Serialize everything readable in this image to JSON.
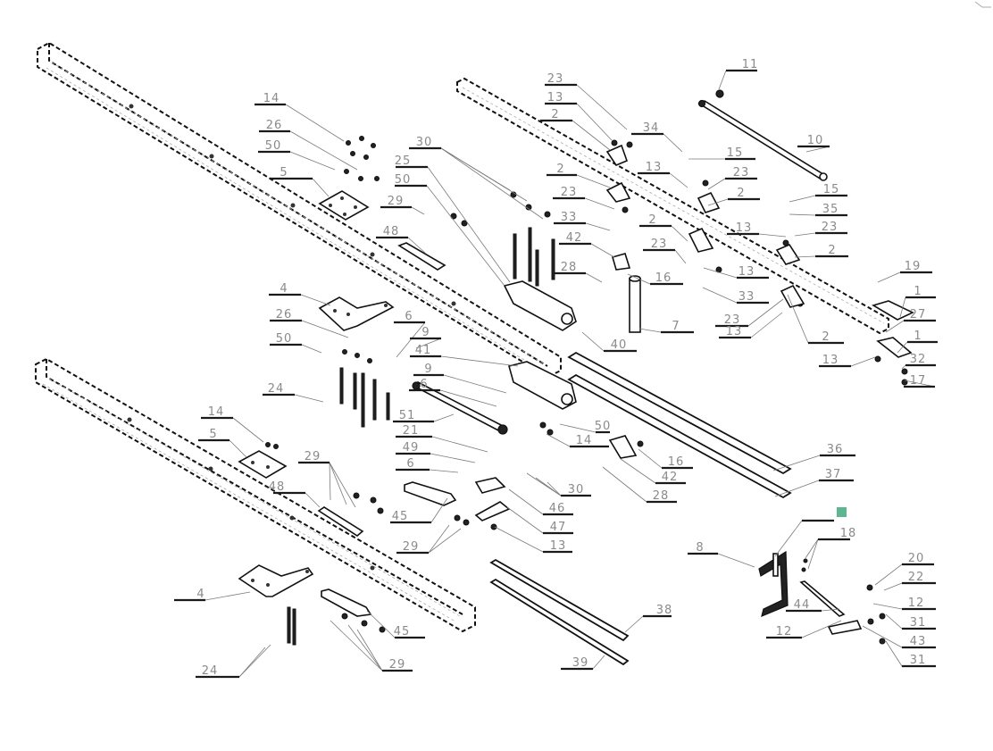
{
  "diagram": {
    "type": "exploded-parts-diagram",
    "highlighted_callout": "3",
    "highlight_color": "#5fb58f",
    "callouts": [
      {
        "id": "c-14a",
        "label": "14"
      },
      {
        "id": "c-26a",
        "label": "26"
      },
      {
        "id": "c-50a",
        "label": "50"
      },
      {
        "id": "c-5a",
        "label": "5"
      },
      {
        "id": "c-29a",
        "label": "29"
      },
      {
        "id": "c-48a",
        "label": "48"
      },
      {
        "id": "c-4a",
        "label": "4"
      },
      {
        "id": "c-26b",
        "label": "26"
      },
      {
        "id": "c-50b",
        "label": "50"
      },
      {
        "id": "c-24a",
        "label": "24"
      },
      {
        "id": "c-14b",
        "label": "14"
      },
      {
        "id": "c-5b",
        "label": "5"
      },
      {
        "id": "c-48b",
        "label": "48"
      },
      {
        "id": "c-29b",
        "label": "29"
      },
      {
        "id": "c-4b",
        "label": "4"
      },
      {
        "id": "c-24b",
        "label": "24"
      },
      {
        "id": "c-29c",
        "label": "29"
      },
      {
        "id": "c-45b",
        "label": "45"
      },
      {
        "id": "c-30a",
        "label": "30"
      },
      {
        "id": "c-25",
        "label": "25"
      },
      {
        "id": "c-50c",
        "label": "50"
      },
      {
        "id": "c-6a",
        "label": "6"
      },
      {
        "id": "c-9a",
        "label": "9"
      },
      {
        "id": "c-41",
        "label": "41"
      },
      {
        "id": "c-9b",
        "label": "9"
      },
      {
        "id": "c-6b",
        "label": "6"
      },
      {
        "id": "c-51",
        "label": "51"
      },
      {
        "id": "c-21",
        "label": "21"
      },
      {
        "id": "c-49",
        "label": "49"
      },
      {
        "id": "c-6c",
        "label": "6"
      },
      {
        "id": "c-45a",
        "label": "45"
      },
      {
        "id": "c-29d",
        "label": "29"
      },
      {
        "id": "c-23a",
        "label": "23"
      },
      {
        "id": "c-13a",
        "label": "13"
      },
      {
        "id": "c-2a",
        "label": "2"
      },
      {
        "id": "c-2b",
        "label": "2"
      },
      {
        "id": "c-23b",
        "label": "23"
      },
      {
        "id": "c-33a",
        "label": "33"
      },
      {
        "id": "c-42a",
        "label": "42"
      },
      {
        "id": "c-28a",
        "label": "28"
      },
      {
        "id": "c-16a",
        "label": "16"
      },
      {
        "id": "c-40",
        "label": "40"
      },
      {
        "id": "c-7",
        "label": "7"
      },
      {
        "id": "c-34",
        "label": "34"
      },
      {
        "id": "c-15a",
        "label": "15"
      },
      {
        "id": "c-13b",
        "label": "13"
      },
      {
        "id": "c-23c",
        "label": "23"
      },
      {
        "id": "c-2c",
        "label": "2"
      },
      {
        "id": "c-2d",
        "label": "2"
      },
      {
        "id": "c-23d",
        "label": "23"
      },
      {
        "id": "c-13c",
        "label": "13"
      },
      {
        "id": "c-33b",
        "label": "33"
      },
      {
        "id": "c-23e",
        "label": "23"
      },
      {
        "id": "c-13d",
        "label": "13"
      },
      {
        "id": "c-11",
        "label": "11"
      },
      {
        "id": "c-10",
        "label": "10"
      },
      {
        "id": "c-15b",
        "label": "15"
      },
      {
        "id": "c-35",
        "label": "35"
      },
      {
        "id": "c-13e",
        "label": "13"
      },
      {
        "id": "c-23f",
        "label": "23"
      },
      {
        "id": "c-2e",
        "label": "2"
      },
      {
        "id": "c-2f",
        "label": "2"
      },
      {
        "id": "c-19",
        "label": "19"
      },
      {
        "id": "c-1a",
        "label": "1"
      },
      {
        "id": "c-27",
        "label": "27"
      },
      {
        "id": "c-1b",
        "label": "1"
      },
      {
        "id": "c-13f",
        "label": "13"
      },
      {
        "id": "c-32",
        "label": "32"
      },
      {
        "id": "c-17",
        "label": "17"
      },
      {
        "id": "c-50d",
        "label": "50"
      },
      {
        "id": "c-14c",
        "label": "14"
      },
      {
        "id": "c-16b",
        "label": "16"
      },
      {
        "id": "c-42b",
        "label": "42"
      },
      {
        "id": "c-28b",
        "label": "28"
      },
      {
        "id": "c-30b",
        "label": "30"
      },
      {
        "id": "c-46",
        "label": "46"
      },
      {
        "id": "c-47",
        "label": "47"
      },
      {
        "id": "c-13g",
        "label": "13"
      },
      {
        "id": "c-36",
        "label": "36"
      },
      {
        "id": "c-37",
        "label": "37"
      },
      {
        "id": "c-3",
        "label": ""
      },
      {
        "id": "c-18",
        "label": "18"
      },
      {
        "id": "c-8",
        "label": "8"
      },
      {
        "id": "c-20",
        "label": "20"
      },
      {
        "id": "c-22",
        "label": "22"
      },
      {
        "id": "c-12a",
        "label": "12"
      },
      {
        "id": "c-31a",
        "label": "31"
      },
      {
        "id": "c-44",
        "label": "44"
      },
      {
        "id": "c-12b",
        "label": "12"
      },
      {
        "id": "c-43",
        "label": "43"
      },
      {
        "id": "c-31b",
        "label": "31"
      },
      {
        "id": "c-38",
        "label": "38"
      },
      {
        "id": "c-39",
        "label": "39"
      }
    ]
  }
}
